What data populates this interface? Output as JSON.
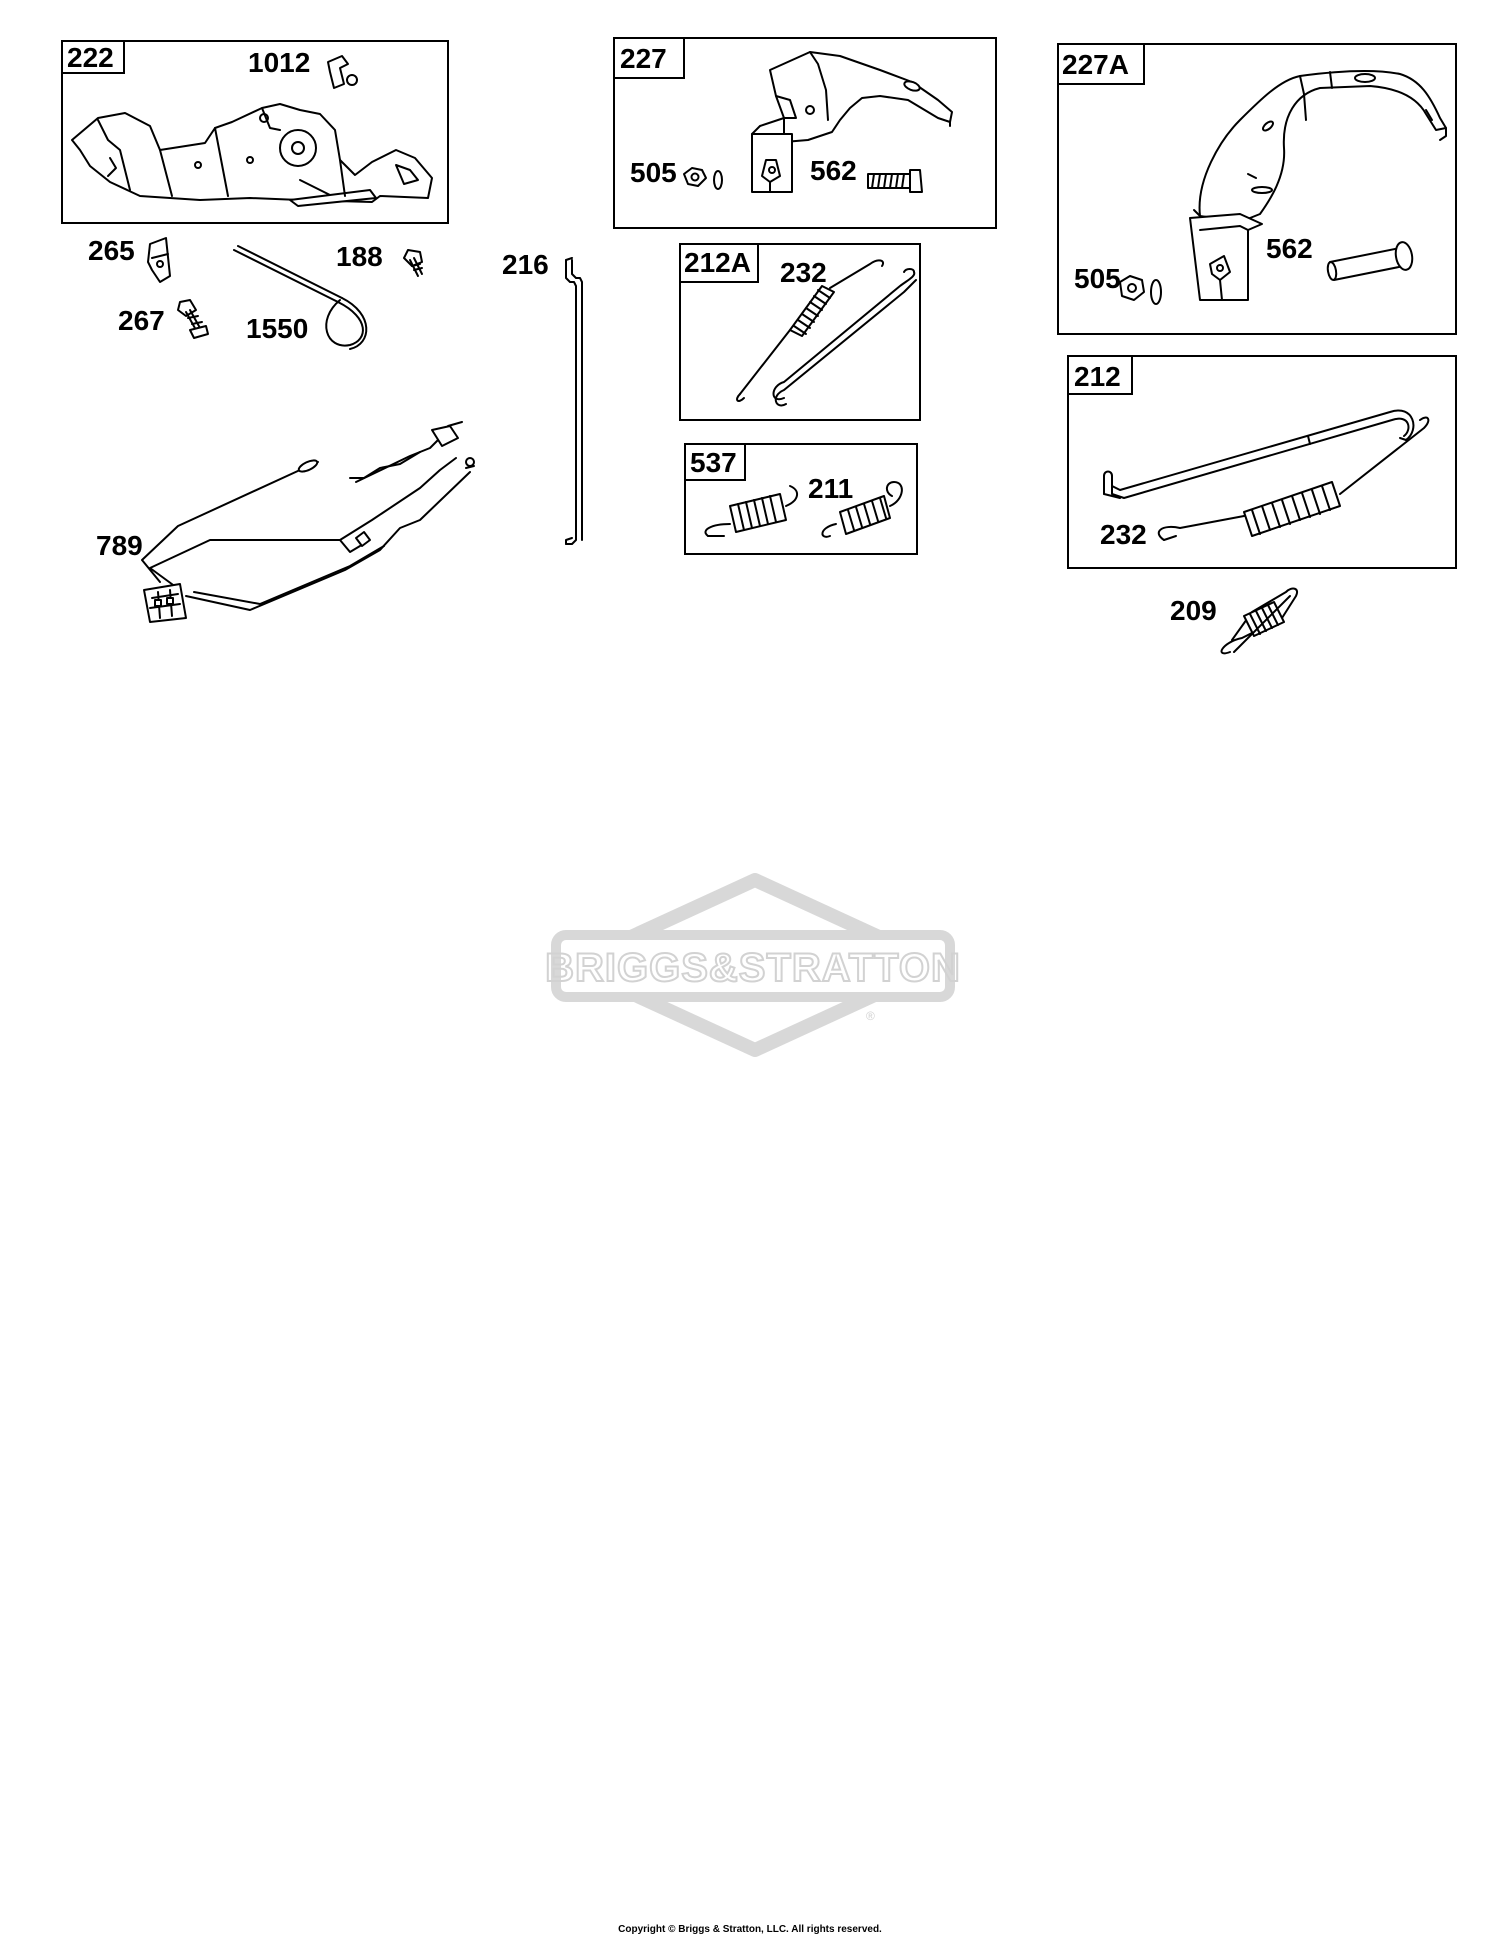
{
  "diagram": {
    "boxes": [
      {
        "id": "222"
      },
      {
        "id": "227"
      },
      {
        "id": "227A"
      },
      {
        "id": "212A"
      },
      {
        "id": "537"
      },
      {
        "id": "212"
      }
    ],
    "labels": [
      "1012",
      "265",
      "188",
      "267",
      "1550",
      "216",
      "789",
      "505",
      "562",
      "232",
      "211",
      "505",
      "562",
      "232",
      "209"
    ]
  },
  "watermark": {
    "text": "BRIGGS&STRATTON",
    "mark": "®"
  },
  "copyright": "Copyright © Briggs & Stratton, LLC. All rights reserved."
}
